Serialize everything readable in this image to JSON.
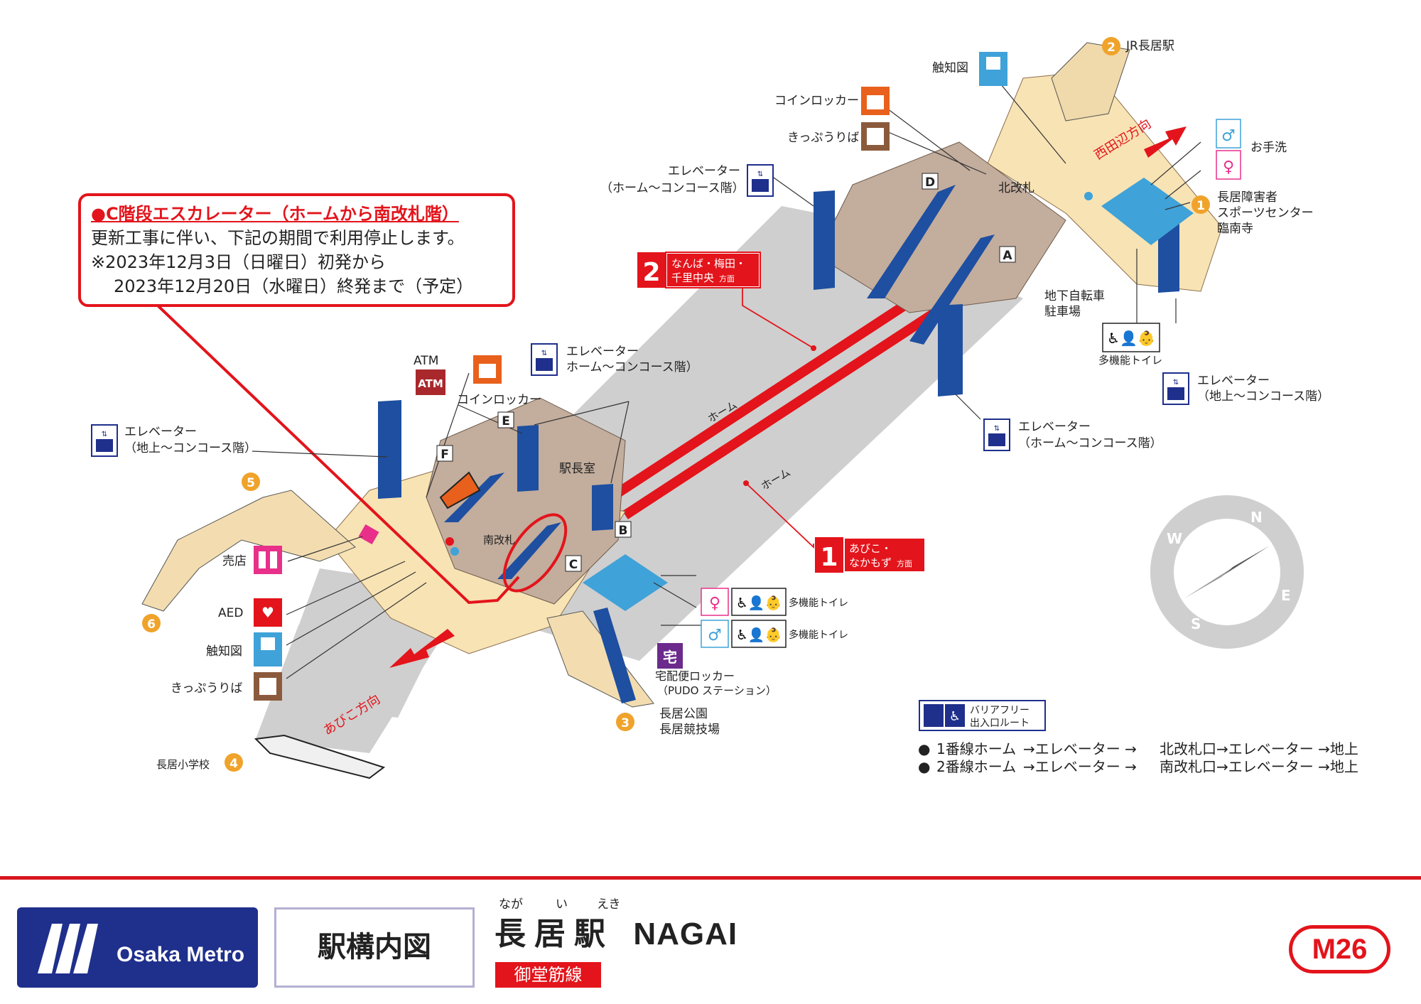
{
  "notice": {
    "title": "●C階段エスカレーター（ホームから南改札階）",
    "line1": "更新工事に伴い、下記の期間で利用停止します。",
    "line2": "※2023年12月3日（日曜日）初発から",
    "line3": "2023年12月20日（水曜日）終発まで（予定）"
  },
  "exits": {
    "e1": {
      "num": "1",
      "label": "長居障害者\nスポーツセンター\n臨南寺"
    },
    "e2": {
      "num": "2",
      "label": "JR長居駅"
    },
    "e3": {
      "num": "3",
      "label": "長居公園\n長居競技場"
    },
    "e4": {
      "num": "4",
      "label": "長居小学校"
    },
    "e5": {
      "num": "5"
    },
    "e6": {
      "num": "6"
    }
  },
  "stairs": {
    "A": "A",
    "B": "B",
    "C": "C",
    "D": "D",
    "E": "E",
    "F": "F"
  },
  "platforms": {
    "p2": {
      "num": "2",
      "line1": "なんば・梅田・",
      "line2": "千里中央",
      "suffix": "方面"
    },
    "p1": {
      "num": "1",
      "line1": "あびこ・",
      "line2": "なかもず",
      "suffix": "方面"
    },
    "home": "ホーム"
  },
  "labels": {
    "kita_kaisatsu": "北改札",
    "minami_kaisatsu": "南改札",
    "ekichoushitsu": "駅長室",
    "bicycle": "地下自転車\n駐車場",
    "nishitanabe": "西田辺方向",
    "abiko": "あびこ方向",
    "atm": "ATM",
    "atm_icon": "ATM",
    "coin_locker": "コインロッカー",
    "kippu": "きっぷうりば",
    "shokuchizu": "触知図",
    "elev_home": "エレベーター\n（ホーム～コンコース階）",
    "elev_chijo": "エレベーター\n（地上～コンコース階）",
    "otearai": "お手洗",
    "tatoilet": "多機能トイレ",
    "baiten": "売店",
    "aed": "AED",
    "takuhai": "宅配便ロッカー\n（PUDO ステーション）",
    "takuhai_icon": "宅"
  },
  "compass": {
    "n": "N",
    "e": "E",
    "s": "S",
    "w": "W"
  },
  "barrier_free": {
    "title": "バリアフリー\n出入口ルート",
    "route1": [
      "●",
      "1番線ホーム",
      "→エレベーター →",
      "北改札口→エレベーター →地上"
    ],
    "route2": [
      "●",
      "2番線ホーム",
      "→エレベーター →",
      "南改札口→エレベーター →地上"
    ]
  },
  "footer": {
    "brand": "Osaka Metro",
    "doc_title": "駅構内図",
    "ruby": [
      "なが",
      "い",
      "えき"
    ],
    "station_jp": "長居駅",
    "station_en": "NAGAI",
    "line": "御堂筋線",
    "code": "M26"
  },
  "colors": {
    "red": "#e3141b",
    "navy": "#1f2f8c",
    "blue": "#1e4fa0",
    "cream": "#f8e3b4",
    "taupe": "#c3ad9d",
    "gray": "#cfcfcf",
    "orange": "#f0a32a",
    "brown": "#8b5a3c",
    "pink": "#e8308a",
    "cyan": "#3fa2d8"
  }
}
